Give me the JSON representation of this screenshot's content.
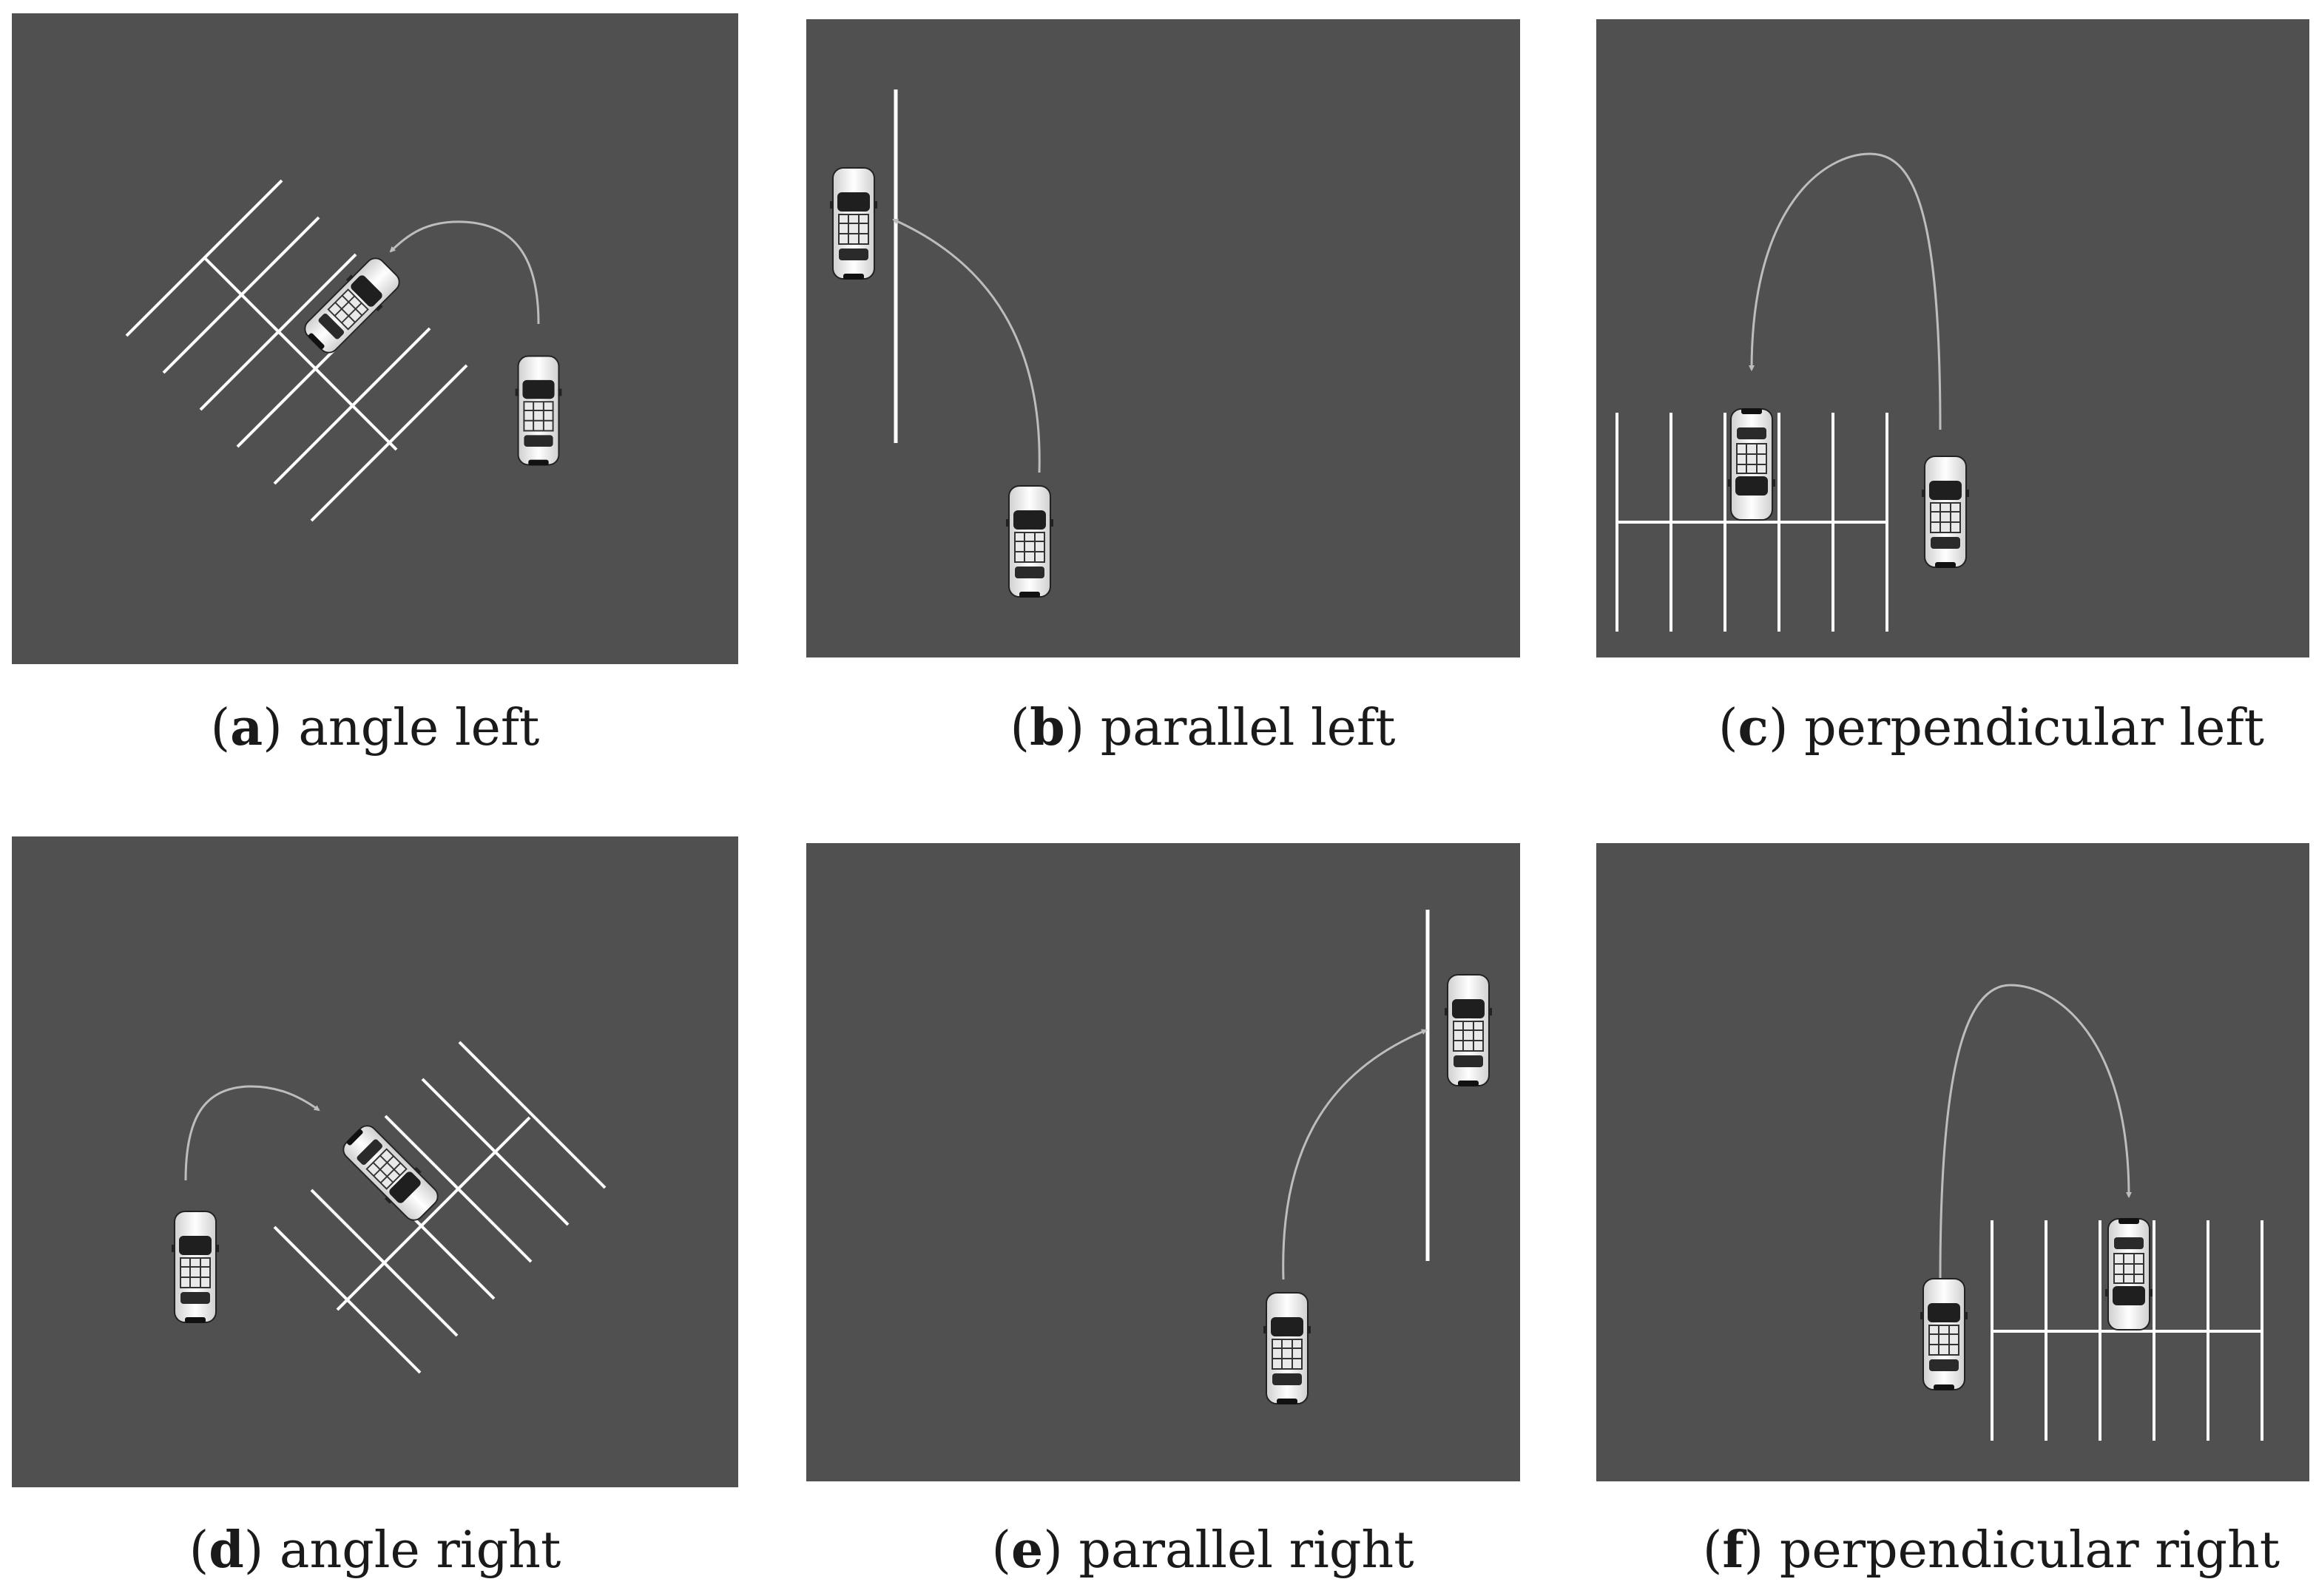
{
  "panels": [
    {
      "id": "a",
      "letter": "a",
      "label": "angle left"
    },
    {
      "id": "b",
      "letter": "b",
      "label": "parallel left"
    },
    {
      "id": "c",
      "letter": "c",
      "label": "perpendicular left"
    },
    {
      "id": "d",
      "letter": "d",
      "label": "angle right"
    },
    {
      "id": "e",
      "letter": "e",
      "label": "parallel right"
    },
    {
      "id": "f",
      "letter": "f",
      "label": "perpendicular right"
    }
  ],
  "colors": {
    "ground": "#505050",
    "lines": "#ffffff",
    "path": "#bdbdbd",
    "car": "#f2f2f2"
  },
  "icons": {
    "vehicle": "car-top-view-icon",
    "trajectory": "arrow-path-icon"
  }
}
